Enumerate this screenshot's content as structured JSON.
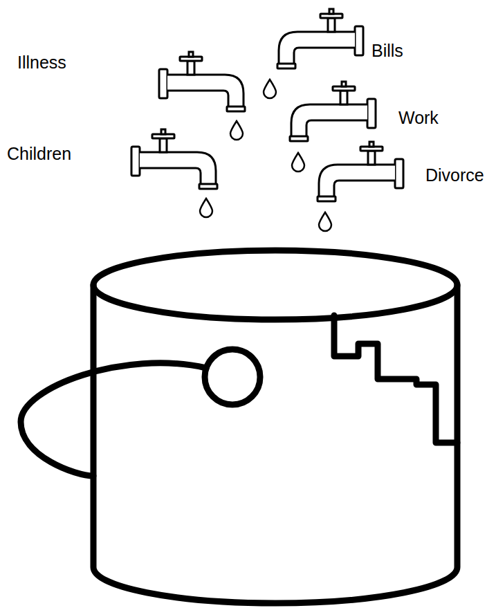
{
  "diagram": {
    "labels": [
      "Illness",
      "Bills",
      "Work",
      "Children",
      "Divorce"
    ]
  }
}
